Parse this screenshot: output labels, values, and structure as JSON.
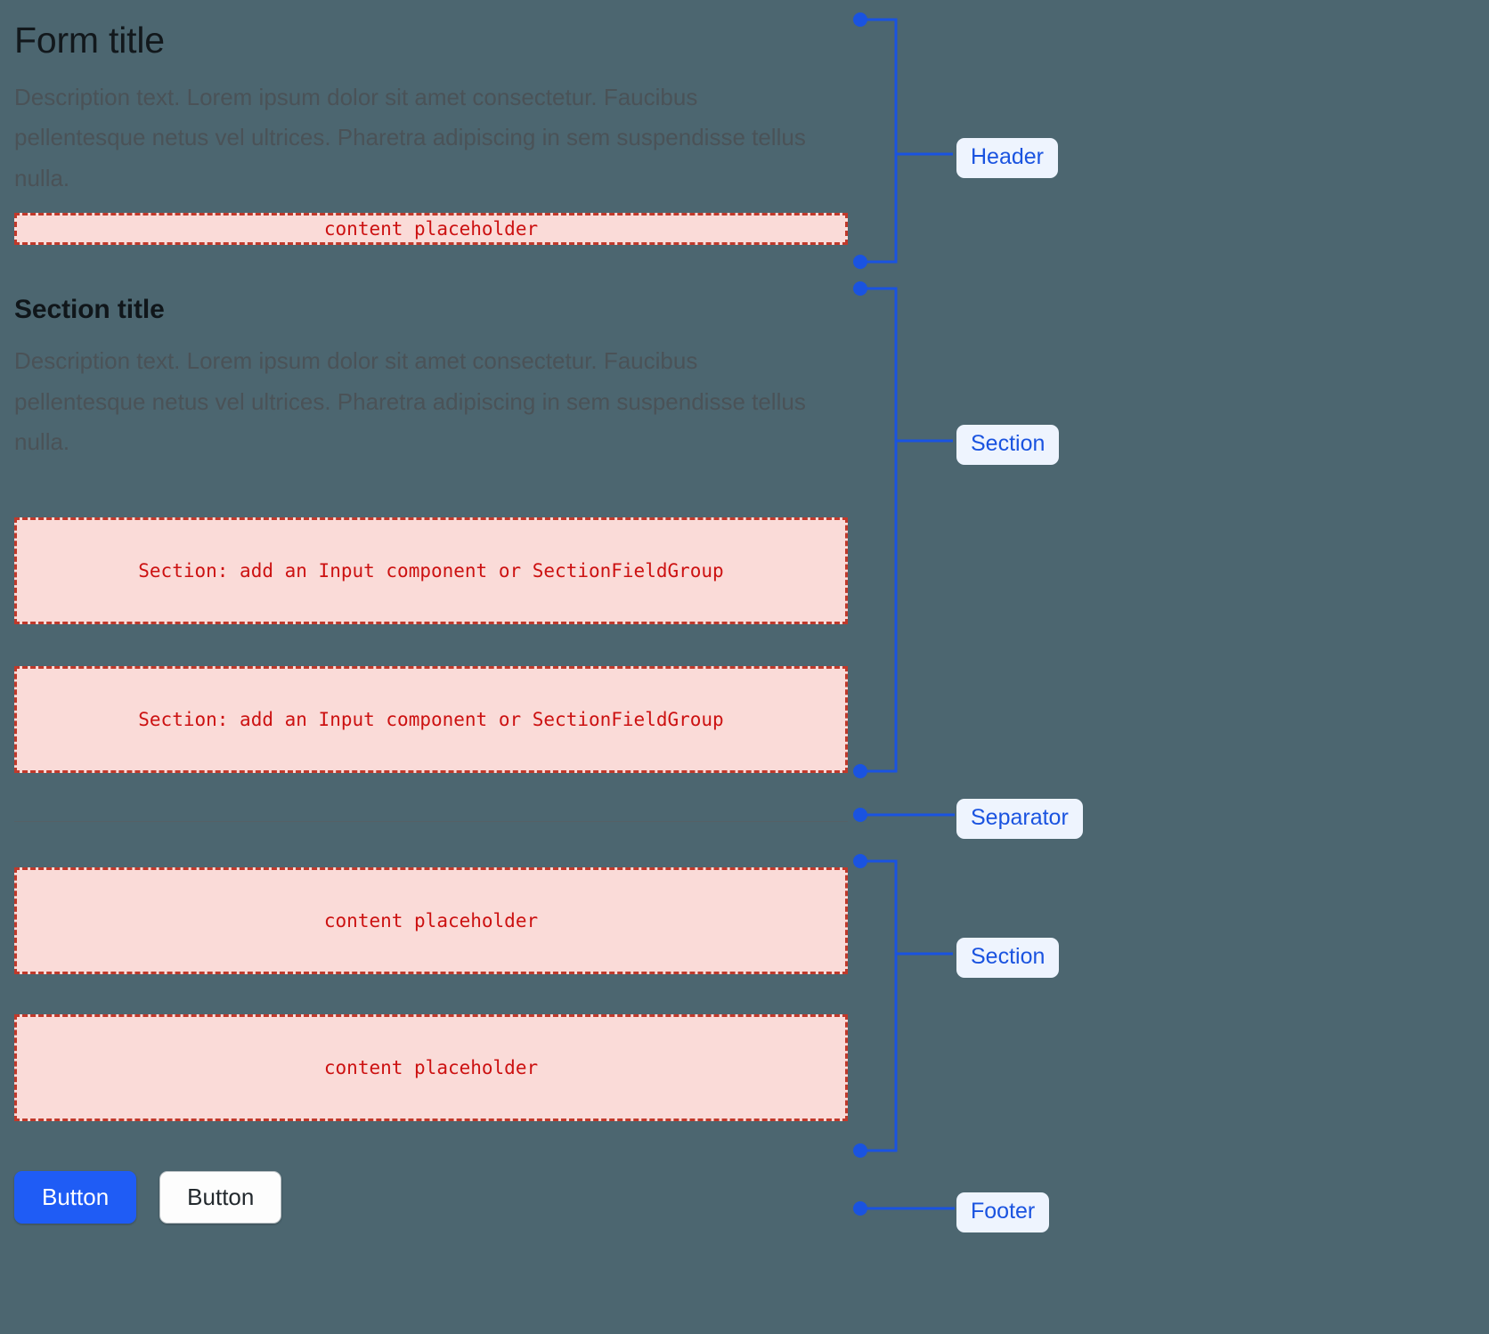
{
  "theme": {
    "background": "#4c6670",
    "accent_blue": "#1a53e0",
    "placeholder_fill": "#fadbd8",
    "placeholder_border": "#c0392b",
    "placeholder_text": "#cc1111",
    "label_background": "#eef4fe",
    "primary_button": "#1f5cf5",
    "separator": "#556066"
  },
  "header": {
    "title": "Form title",
    "description": "Description text. Lorem ipsum dolor sit amet consectetur. Faucibus pellentesque netus vel ultrices. Pharetra adipiscing in sem suspendisse tellus nulla.",
    "placeholder": "content placeholder"
  },
  "section_one": {
    "title": "Section title",
    "description": "Description text. Lorem ipsum dolor sit amet consectetur. Faucibus pellentesque netus vel ultrices. Pharetra adipiscing in sem suspendisse tellus nulla.",
    "placeholders": [
      "Section: add an Input component or SectionFieldGroup",
      "Section: add an Input component or SectionFieldGroup"
    ]
  },
  "section_two": {
    "placeholders": [
      "content placeholder",
      "content placeholder"
    ]
  },
  "footer": {
    "primary_button": "Button",
    "secondary_button": "Button"
  },
  "annotations": [
    {
      "label": "Header",
      "type": "bracket"
    },
    {
      "label": "Section",
      "type": "bracket"
    },
    {
      "label": "Separator",
      "type": "line"
    },
    {
      "label": "Section",
      "type": "bracket"
    },
    {
      "label": "Footer",
      "type": "line"
    }
  ]
}
